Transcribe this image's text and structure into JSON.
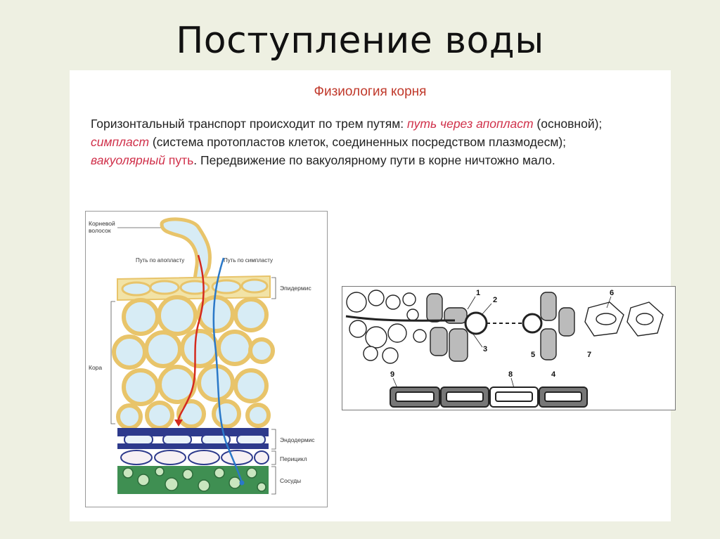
{
  "slide": {
    "title": "Поступление воды"
  },
  "section": {
    "title": "Физиология корня",
    "paragraph": {
      "p1": "Горизонтальный транспорт происходит по трем путям: ",
      "h1": "путь через апопласт",
      "p2": " (основной); ",
      "h2": "симпласт",
      "p3": " (система протопластов клеток, соединенных посредством плазмодесм); ",
      "h3": "вакуолярный",
      "h3b": " путь",
      "p4": ". Передвижение по вакуолярному пути в корне ничтожно мало."
    }
  },
  "figure1": {
    "labels": {
      "root_hair_1": "Корневой",
      "root_hair_2": "волосок",
      "apoplast_path": "Путь по апопласту",
      "symplast_path": "Путь по симпласту",
      "epidermis": "Эпидермис",
      "cortex": "Кора",
      "endodermis": "Эндодермис",
      "pericycle": "Перицикл",
      "vessels": "Сосуды"
    },
    "colors": {
      "epidermis": "#f2e3a6",
      "cortex_wall": "#e8c46a",
      "cell_fill": "#d7ecf5",
      "endodermis": "#2d3a8c",
      "stele": "#3f8f52",
      "apoplast_arrow": "#d42a1e",
      "symplast_arrow": "#2a78c8"
    }
  },
  "figure2": {
    "numbers": [
      "1",
      "2",
      "3",
      "4",
      "5",
      "6",
      "7",
      "8",
      "9"
    ]
  }
}
